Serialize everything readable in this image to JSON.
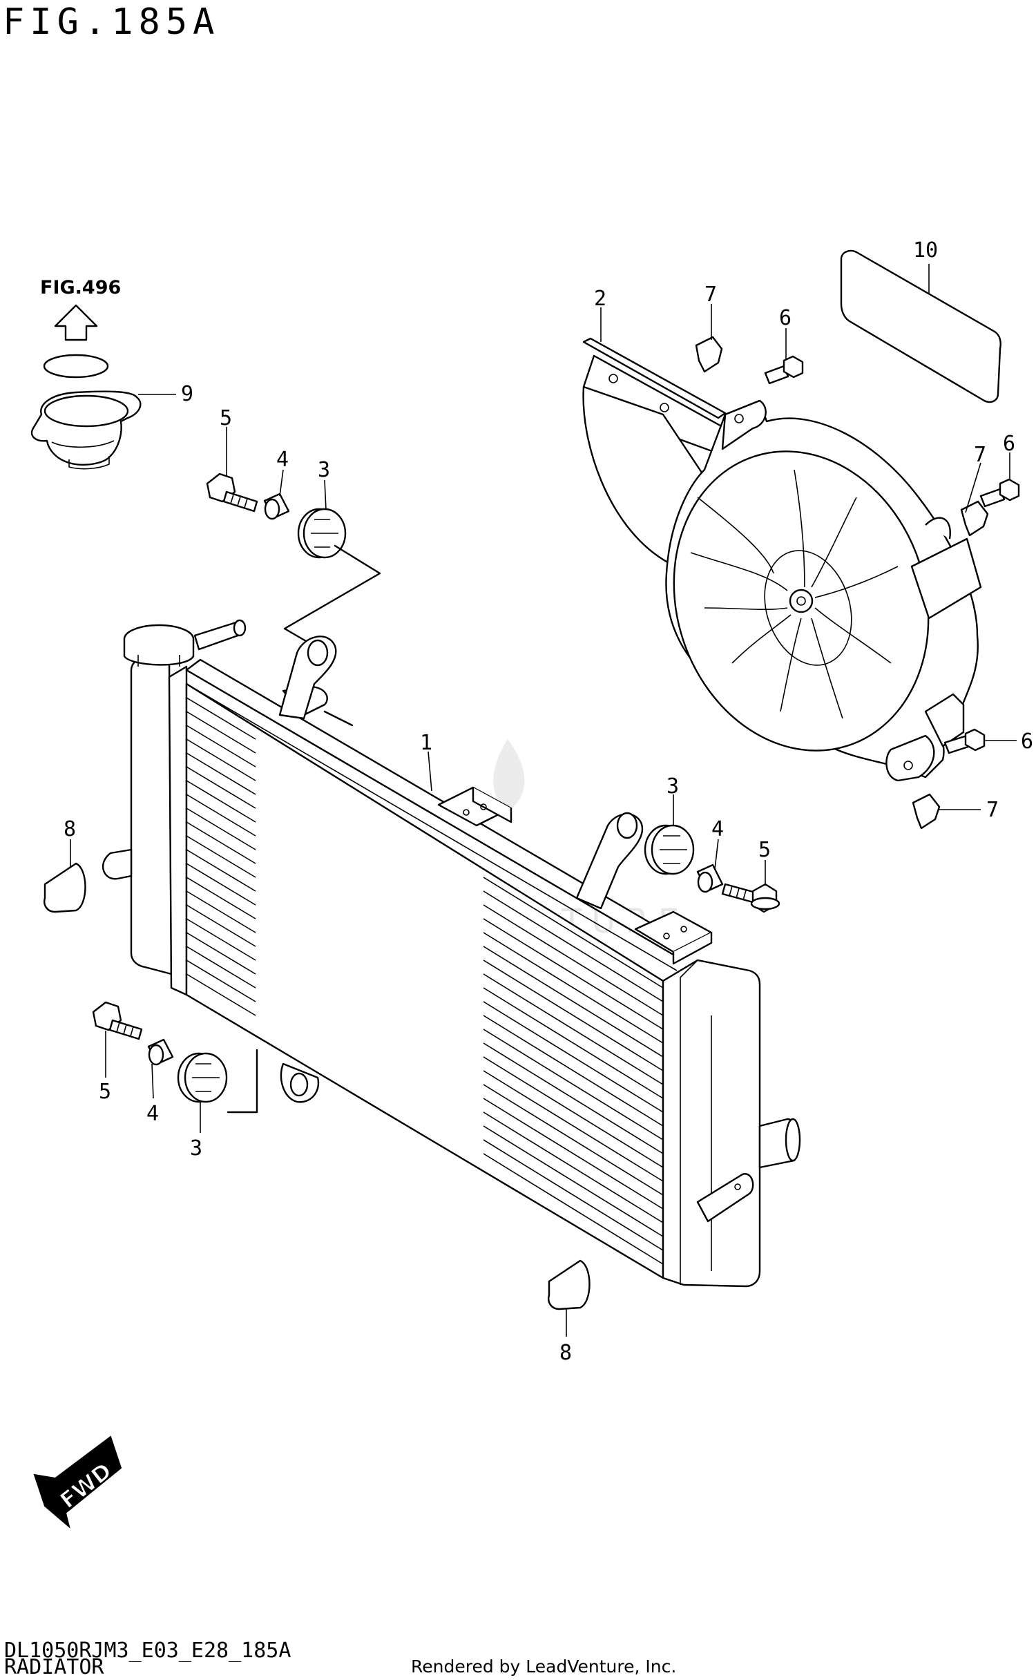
{
  "figure": {
    "title": "FIG.185A",
    "reference_fig": "FIG.496"
  },
  "callouts": {
    "radiator": "1",
    "fan_bracket": "2",
    "cushion_upper_left": "3",
    "spacer_upper_left": "4",
    "bolt_upper_left": "5",
    "cap": "9",
    "cushion_right": "3",
    "spacer_right": "4",
    "bolt_right": "5",
    "cushion_lower_left": "3",
    "spacer_lower_left": "4",
    "bolt_lower_left": "5",
    "fan_bolt_top": "6",
    "fan_bolt_mid": "6",
    "fan_bolt_low": "6",
    "fan_nut_top": "7",
    "fan_nut_mid": "7",
    "fan_nut_low": "7",
    "cover_left": "8",
    "cover_bottom": "8",
    "label_sheet": "10"
  },
  "direction_badge": "FWD",
  "watermark": "LEADVENTURE",
  "footer": {
    "code": "DL1050RJM3_E03_E28_185A",
    "name": "RADIATOR",
    "credit": "Rendered by LeadVenture, Inc."
  }
}
